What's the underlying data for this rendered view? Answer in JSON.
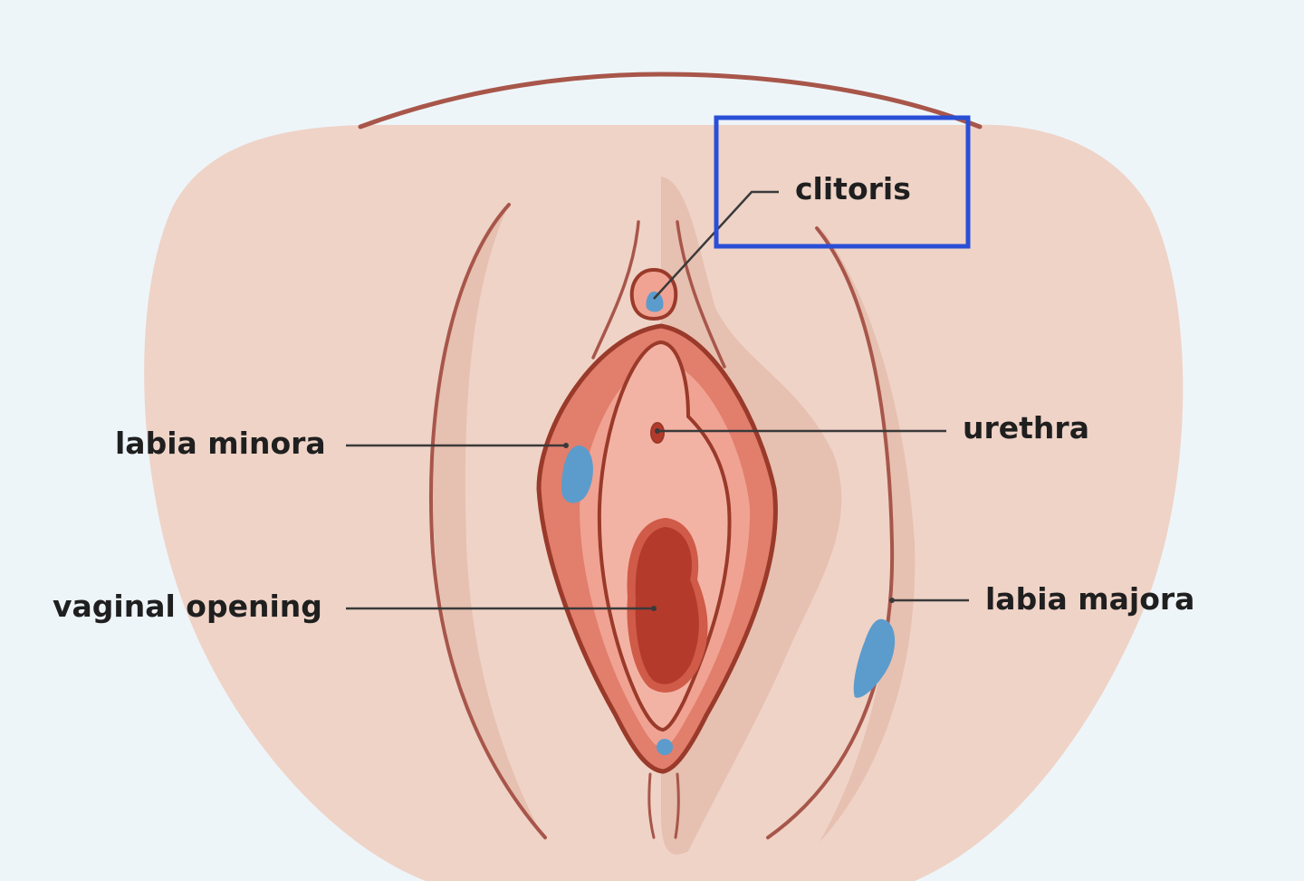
{
  "labels": {
    "clitoris": "clitoris",
    "urethra": "urethra",
    "labia_minora": "labia minora",
    "vaginal_opening": "vaginal opening",
    "labia_majora": "labia majora"
  },
  "highlight": {
    "target": "clitoris",
    "color": "#2a4fd6"
  },
  "colors": {
    "background": "#eef5f9",
    "skin": "#efd3c7",
    "skin_shadow": "#e6c0b0",
    "outline": "#9a3a2a",
    "minora_outer": "#e27e6c",
    "minora_inner": "#f0a393",
    "vestibule": "#f3b3a4",
    "opening": "#b43a2c",
    "accent_blue": "#5b9ccc"
  }
}
